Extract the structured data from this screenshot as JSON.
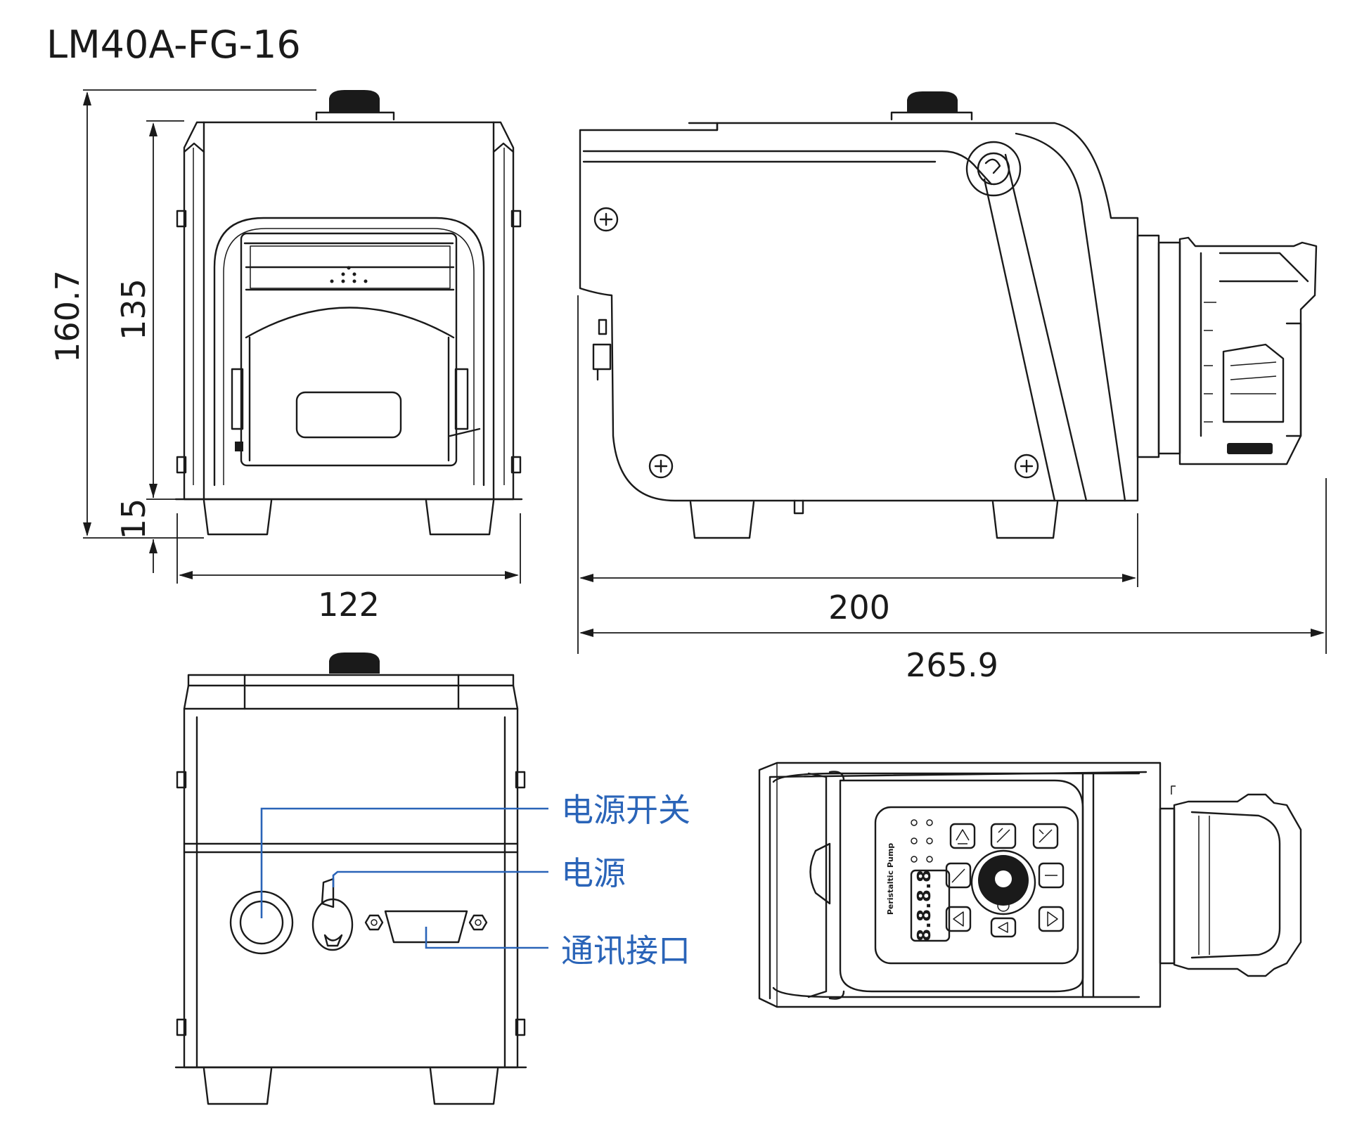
{
  "title": "LM40A-FG-16",
  "dimensions": {
    "overall_height": "160.7",
    "body_height": "135",
    "foot_height": "15",
    "width": "122",
    "body_length": "200",
    "overall_length": "265.9"
  },
  "callouts": {
    "power_switch": "电源开关",
    "power": "电源",
    "comm_port": "通讯接口"
  },
  "panel": {
    "brand": "Peristaltic Pump",
    "display": "8.8.8.8"
  },
  "colors": {
    "line": "#1a1a1a",
    "callout": "#2a64b8",
    "background": "#ffffff"
  }
}
